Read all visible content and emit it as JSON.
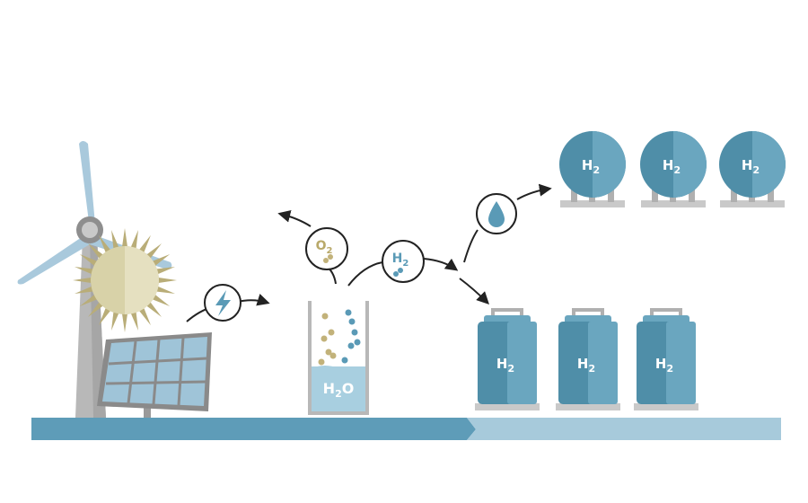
{
  "labels": {
    "water": "H",
    "water_sub": "2",
    "water_tail": "O",
    "oxygen": "O",
    "oxygen_sub": "2",
    "hydrogen": "H",
    "hydrogen_sub": "2",
    "sphere_tank": "H",
    "sphere_tank_sub": "2",
    "cyl_tank": "H",
    "cyl_tank_sub": "2"
  },
  "icons": {
    "power": "lightning-bolt-icon",
    "liquid": "droplet-icon",
    "energy_sources": [
      "wind-turbine-icon",
      "sun-icon",
      "solar-panel-icon"
    ],
    "storage": [
      "spherical-tank-icon",
      "cylindrical-tank-icon"
    ]
  },
  "colors": {
    "ground_dark": "#5e9cb8",
    "ground_light": "#a7cadb",
    "tank": "#4f8ea8",
    "tank_light": "#6aa6bf",
    "turbine_blade": "#a9c9dc",
    "tower": "#b8b8b8",
    "sun": "#d8d2a8",
    "sun_rays": "#b9ad78",
    "oxygen_gold": "#c2b27a",
    "hydrogen_blue": "#5a9ab6",
    "water_fill": "#a8cfe0",
    "arrow": "#222222"
  }
}
